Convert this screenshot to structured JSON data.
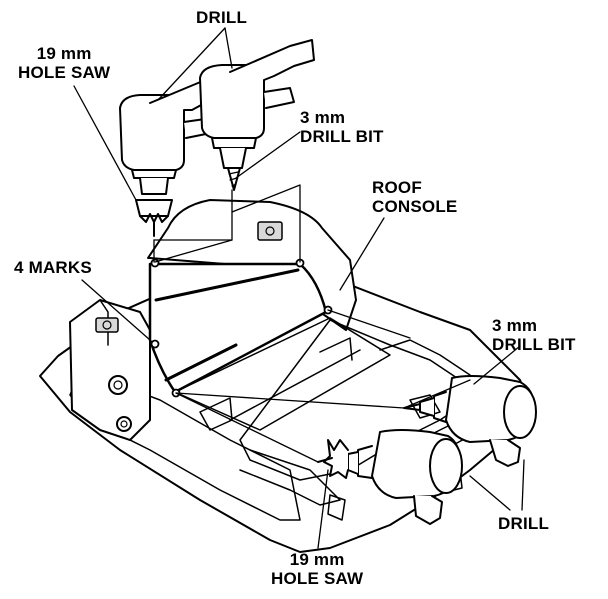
{
  "labels": {
    "drill_top": "DRILL",
    "hole_saw_top_line1": "19 mm",
    "hole_saw_top_line2": "HOLE SAW",
    "bit_top_line1": "3 mm",
    "bit_top_line2": "DRILL BIT",
    "roof_console_line1": "ROOF",
    "roof_console_line2": "CONSOLE",
    "four_marks": "4 MARKS",
    "bit_right_line1": "3 mm",
    "bit_right_line2": "DRILL BIT",
    "drill_right": "DRILL",
    "hole_saw_bottom_line1": "19 mm",
    "hole_saw_bottom_line2": "HOLE SAW"
  },
  "colors": {
    "ink": "#000000",
    "background": "#ffffff",
    "shade": "#d9d9d9"
  }
}
